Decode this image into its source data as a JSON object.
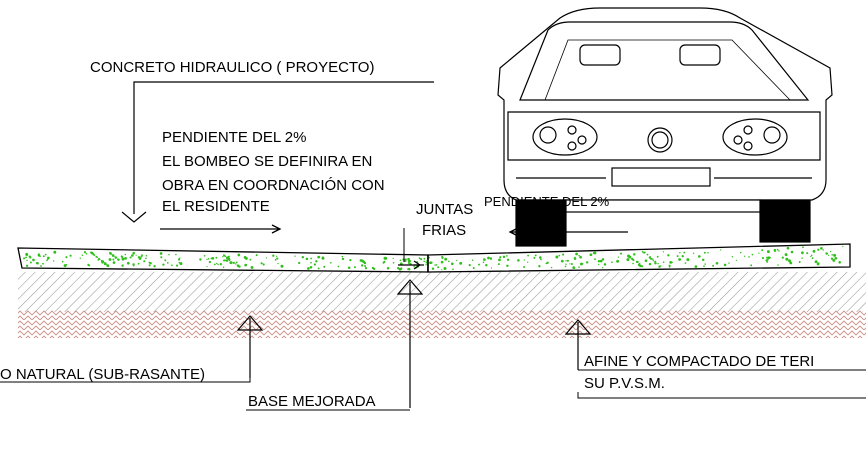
{
  "labels": {
    "concreto": "CONCRETO HIDRAULICO ( PROYECTO)",
    "pendiente_left_1": "PENDIENTE DEL 2%",
    "pendiente_left_2": "EL BOMBEO SE DEFINIRA EN",
    "pendiente_left_3": "OBRA EN COORDNACIÓN CON",
    "pendiente_left_4": " EL RESIDENTE",
    "juntas_1": "JUNTAS",
    "juntas_2": "FRIAS",
    "pendiente_right": "PENDIENTE DEL 2%",
    "terreno_natural": "O NATURAL (SUB-RASANTE)",
    "afine_1": "AFINE Y COMPACTADO DE TERI",
    "afine_2": "SU P.V.S.M.",
    "base_mejorada": "BASE MEJORADA"
  },
  "colors": {
    "line": "#000000",
    "hatch": "#9a9a9a",
    "herringbone": "#c98f86",
    "aggregate": "#2fbf1a"
  }
}
